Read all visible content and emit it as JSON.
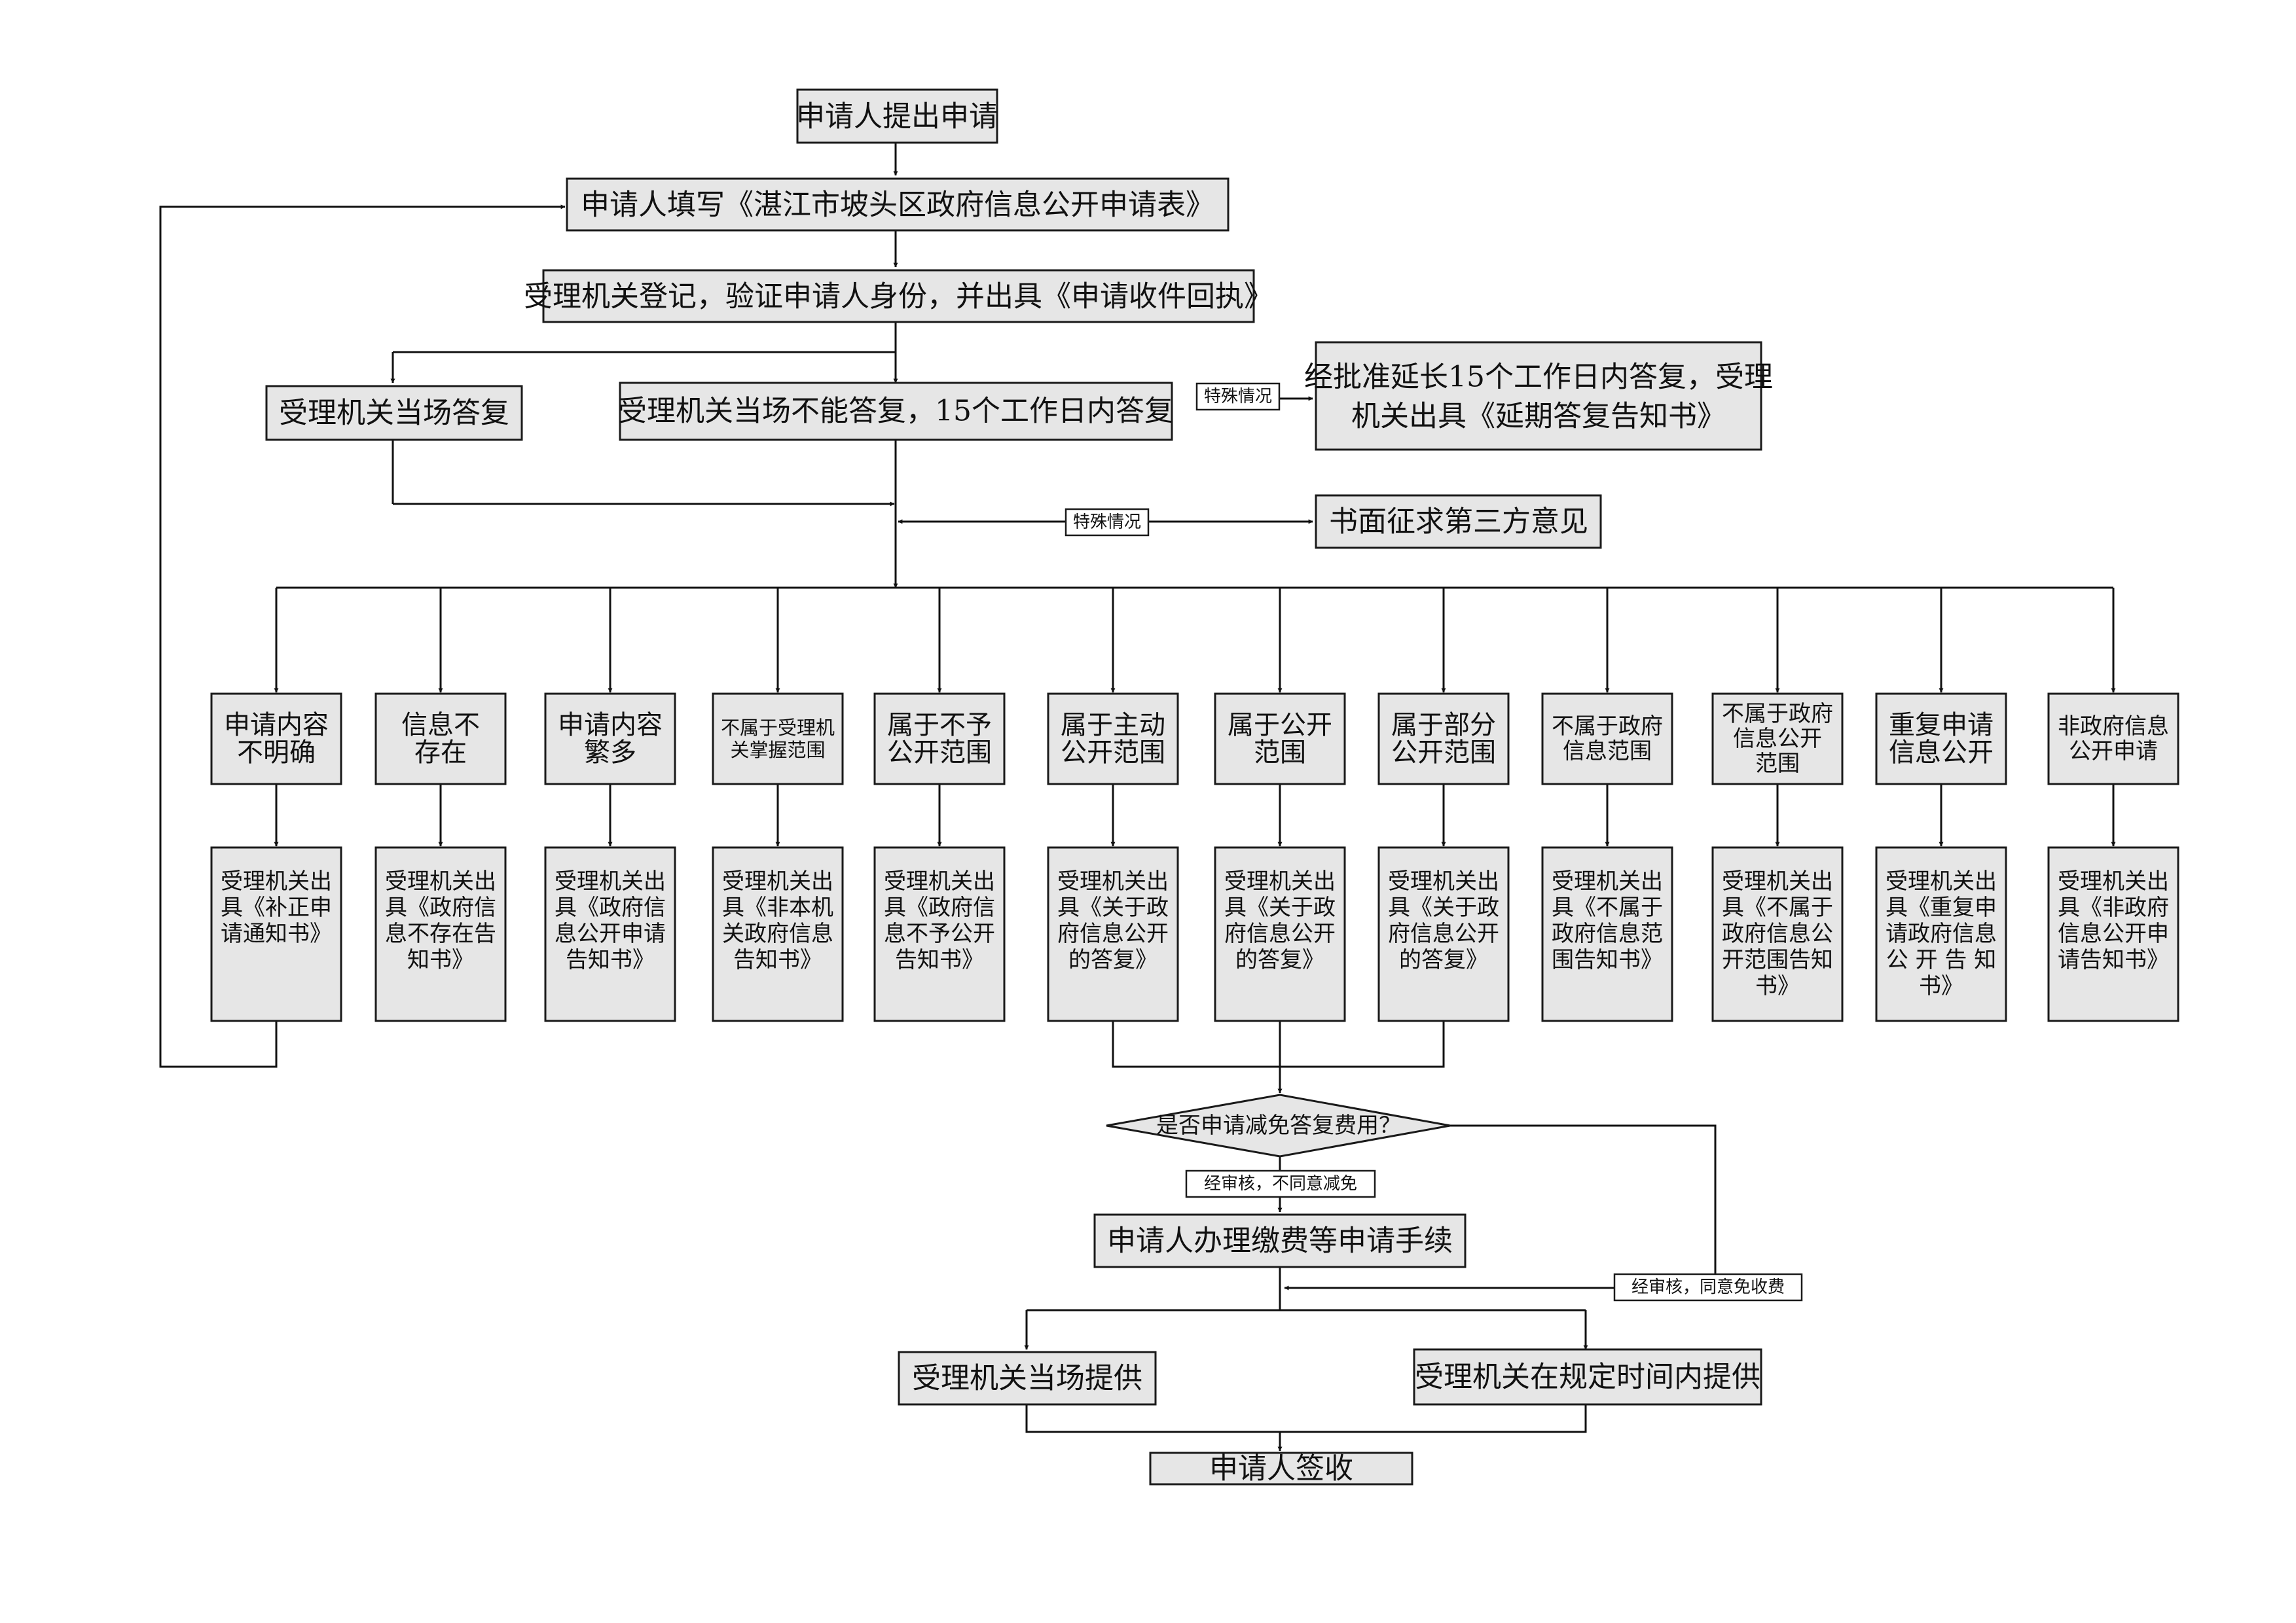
{
  "start": "申请人提出申请",
  "fill_form": "申请人填写《湛江市坡头区政府信息公开申请表》",
  "register": "受理机关登记，验证申请人身份，并出具《申请收件回执》",
  "reply_onsite": "受理机关当场答复",
  "reply_15days": "受理机关当场不能答复，15个工作日内答复",
  "special_case_label": "特殊情况",
  "extension": [
    "经批准延长15个工作日内答复，受理",
    "机关出具《延期答复告知书》"
  ],
  "third_party_label": "特殊情况",
  "third_party": "书面征求第三方意见",
  "categories": [
    {
      "label": [
        "申请内容",
        "不明确"
      ],
      "result": [
        "受理机关出",
        "具《补正申",
        "请通知书》"
      ]
    },
    {
      "label": [
        "信息不",
        "存在"
      ],
      "result": [
        "受理机关出",
        "具《政府信",
        "息不存在告",
        "知书》"
      ]
    },
    {
      "label": [
        "申请内容",
        "繁多"
      ],
      "result": [
        "受理机关出",
        "具《政府信",
        "息公开申请",
        "告知书》"
      ]
    },
    {
      "label": [
        "不属于受理机",
        "关掌握范围"
      ],
      "result": [
        "受理机关出",
        "具《非本机",
        "关政府信息",
        "告知书》"
      ]
    },
    {
      "label": [
        "属于不予",
        "公开范围"
      ],
      "result": [
        "受理机关出",
        "具《政府信",
        "息不予公开",
        "告知书》"
      ]
    },
    {
      "label": [
        "属于主动",
        "公开范围"
      ],
      "result": [
        "受理机关出",
        "具《关于政",
        "府信息公开",
        "的答复》"
      ]
    },
    {
      "label": [
        "属于公开",
        "范围"
      ],
      "result": [
        "受理机关出",
        "具《关于政",
        "府信息公开",
        "的答复》"
      ]
    },
    {
      "label": [
        "属于部分",
        "公开范围"
      ],
      "result": [
        "受理机关出",
        "具《关于政",
        "府信息公开",
        "的答复》"
      ]
    },
    {
      "label": [
        "不属于政府",
        "信息范围"
      ],
      "result": [
        "受理机关出",
        "具《不属于",
        "政府信息范",
        "围告知书》"
      ]
    },
    {
      "label": [
        "不属于政府",
        "信息公开",
        "范围"
      ],
      "result": [
        "受理机关出",
        "具《不属于",
        "政府信息公",
        "开范围告知",
        "书》"
      ]
    },
    {
      "label": [
        "重复申请",
        "信息公开"
      ],
      "result": [
        "受理机关出",
        "具《重复申",
        "请政府信息",
        "公 开 告 知",
        "书》"
      ]
    },
    {
      "label": [
        "非政府信息",
        "公开申请"
      ],
      "result": [
        "受理机关出",
        "具《非政府",
        "信息公开申",
        "请告知书》"
      ]
    }
  ],
  "fee_question": "是否申请减免答复费用？",
  "fee_denied": "经审核，不同意减免",
  "pay_fee": "申请人办理缴费等申请手续",
  "fee_waived": "经审核，同意免收费",
  "provide_onsite": "受理机关当场提供",
  "provide_later": "受理机关在规定时间内提供",
  "sign": "申请人签收"
}
